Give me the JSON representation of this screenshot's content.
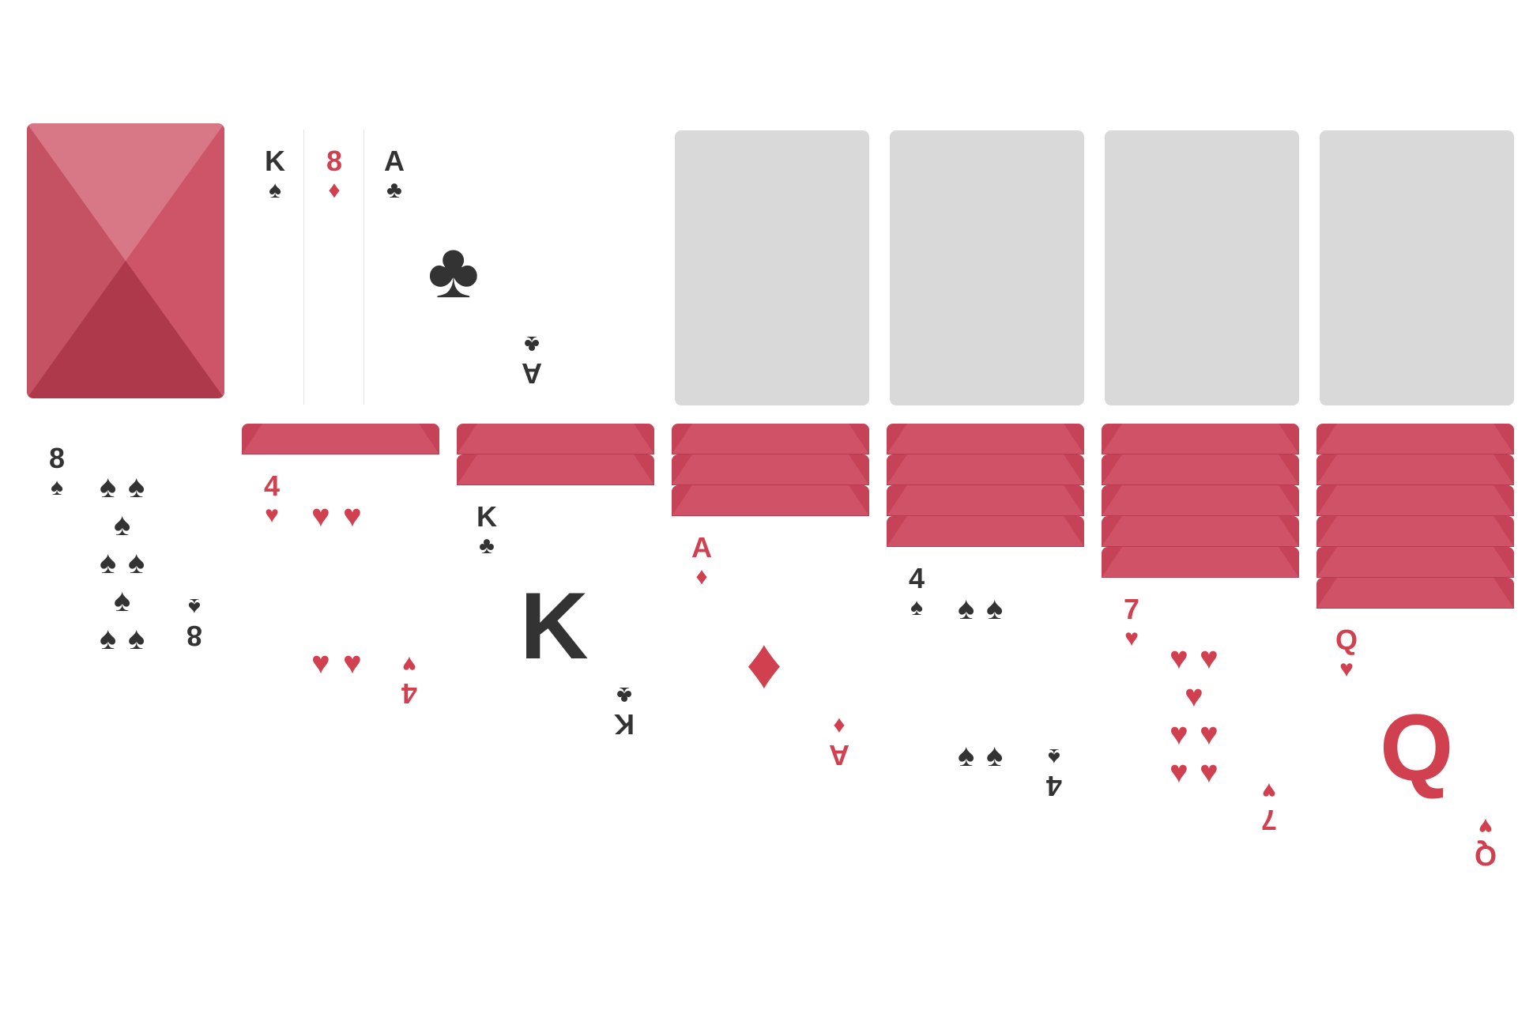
{
  "game": "Klondike Solitaire",
  "stock": {
    "state": "face-down"
  },
  "waste": {
    "cards": [
      {
        "rank": "K",
        "suit": "♠",
        "color": "black"
      },
      {
        "rank": "8",
        "suit": "♦",
        "color": "red"
      },
      {
        "rank": "A",
        "suit": "♣",
        "color": "black"
      }
    ]
  },
  "foundations": [
    {
      "state": "empty"
    },
    {
      "state": "empty"
    },
    {
      "state": "empty"
    },
    {
      "state": "empty"
    }
  ],
  "tableau": [
    {
      "hidden": 0,
      "top": {
        "rank": "8",
        "suit": "♠",
        "color": "black"
      }
    },
    {
      "hidden": 1,
      "top": {
        "rank": "4",
        "suit": "♥",
        "color": "red"
      }
    },
    {
      "hidden": 2,
      "top": {
        "rank": "K",
        "suit": "♣",
        "color": "black"
      }
    },
    {
      "hidden": 3,
      "top": {
        "rank": "A",
        "suit": "♦",
        "color": "red"
      }
    },
    {
      "hidden": 4,
      "top": {
        "rank": "4",
        "suit": "♠",
        "color": "black"
      }
    },
    {
      "hidden": 5,
      "top": {
        "rank": "7",
        "suit": "♥",
        "color": "red"
      }
    },
    {
      "hidden": 6,
      "top": {
        "rank": "Q",
        "suit": "♥",
        "color": "red"
      }
    }
  ],
  "colors": {
    "card_back": "#c94256",
    "red_suit": "#d0404f",
    "black_suit": "#333333",
    "empty_slot": "#d9d9d9"
  }
}
